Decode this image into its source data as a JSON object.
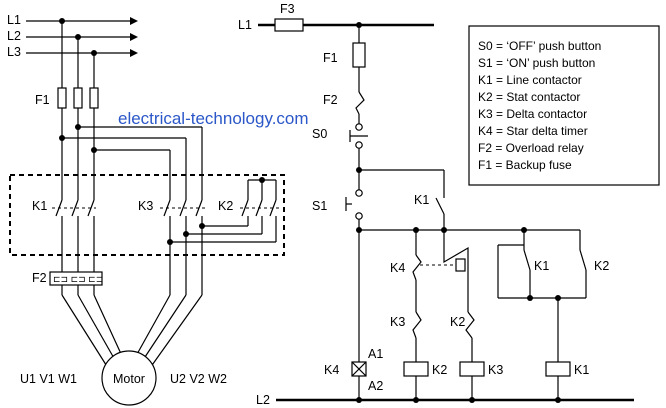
{
  "watermark": "electrical-technology.com",
  "power_circuit": {
    "lines": [
      "L1",
      "L2",
      "L3"
    ],
    "fuse_label": "F1",
    "contactors": [
      "K1",
      "K3",
      "K2"
    ],
    "overload_label": "F2",
    "overload_symbol": "⊏⊐ ⊏⊐ ⊏⊐",
    "motor_label": "Motor",
    "left_terminals": "U1 V1 W1",
    "right_terminals": "U2 V2 W2"
  },
  "control_circuit": {
    "supply_top": "L1",
    "supply_bottom": "L2",
    "fuse_top": "F3",
    "fuse_f1": "F1",
    "relay_f2": "F2",
    "button_s0": "S0",
    "button_s1": "S1",
    "hold_k1": "K1",
    "timer_contact": "K4",
    "interlock_k3": "K3",
    "interlock_k2": "K2",
    "aux_k1": "K1",
    "aux_k2": "K2",
    "coil_k4": "K4",
    "coil_k2": "K2",
    "coil_k3": "K3",
    "coil_k1": "K1",
    "terminal_a1": "A1",
    "terminal_a2": "A2"
  },
  "legend": [
    "S0 = ‘OFF’ push button",
    "S1 = ‘ON’ push button",
    "K1 = Line contactor",
    "K2 = Stat contactor",
    "K3 = Delta contactor",
    "K4 = Star delta timer",
    "F2 = Overload relay",
    "F1 = Backup fuse"
  ]
}
